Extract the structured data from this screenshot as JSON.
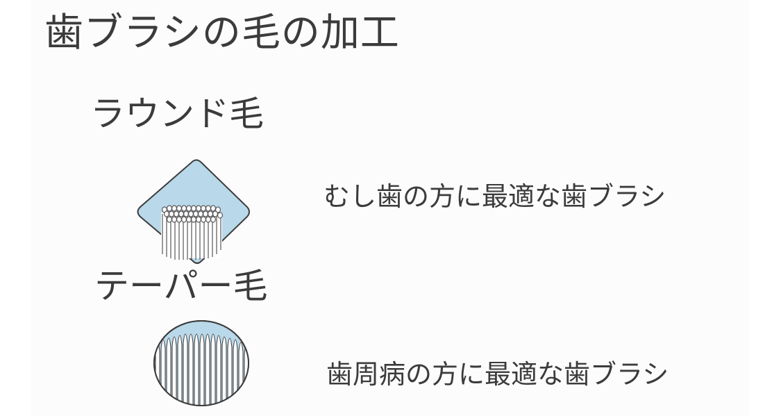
{
  "title": "歯ブラシの毛の加工",
  "sections": [
    {
      "heading": "ラウンド毛",
      "description": "むし歯の方に最適な歯ブラシ",
      "icon": "round-bristle-icon"
    },
    {
      "heading": "テーパー毛",
      "description": "歯周病の方に最適な歯ブラシ",
      "icon": "tapered-bristle-icon"
    }
  ],
  "colors": {
    "illustration_fill": "#b9d8ea",
    "outline": "#3c3c3c",
    "bristle": "#ffffff",
    "text": "#3b3b3b"
  }
}
